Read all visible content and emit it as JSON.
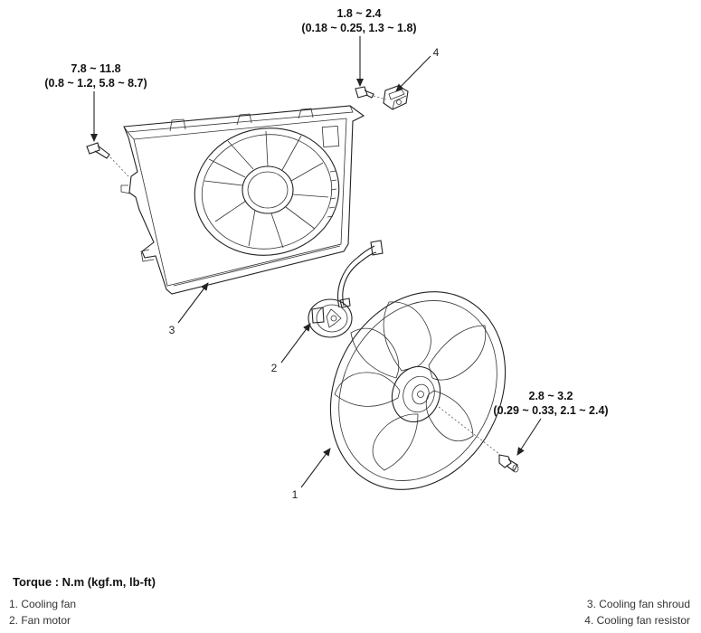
{
  "torque_heading": "Torque : N.m (kgf.m, lb-ft)",
  "torque_specs": {
    "resistor_bolt": {
      "value": "1.8 ~ 2.4",
      "conversion": "(0.18 ~ 0.25, 1.3 ~ 1.8)"
    },
    "shroud_bolt": {
      "value": "7.8 ~ 11.8",
      "conversion": "(0.8 ~ 1.2, 5.8 ~ 8.7)"
    },
    "fan_nut": {
      "value": "2.8 ~ 3.2",
      "conversion": "(0.29 ~ 0.33, 2.1 ~ 2.4)"
    }
  },
  "callouts": {
    "fan": "1",
    "motor": "2",
    "shroud": "3",
    "resistor": "4"
  },
  "legend": {
    "item1": "1. Cooling fan",
    "item2": "2. Fan motor",
    "item3": "3. Cooling fan shroud",
    "item4": "4. Cooling fan resistor"
  }
}
